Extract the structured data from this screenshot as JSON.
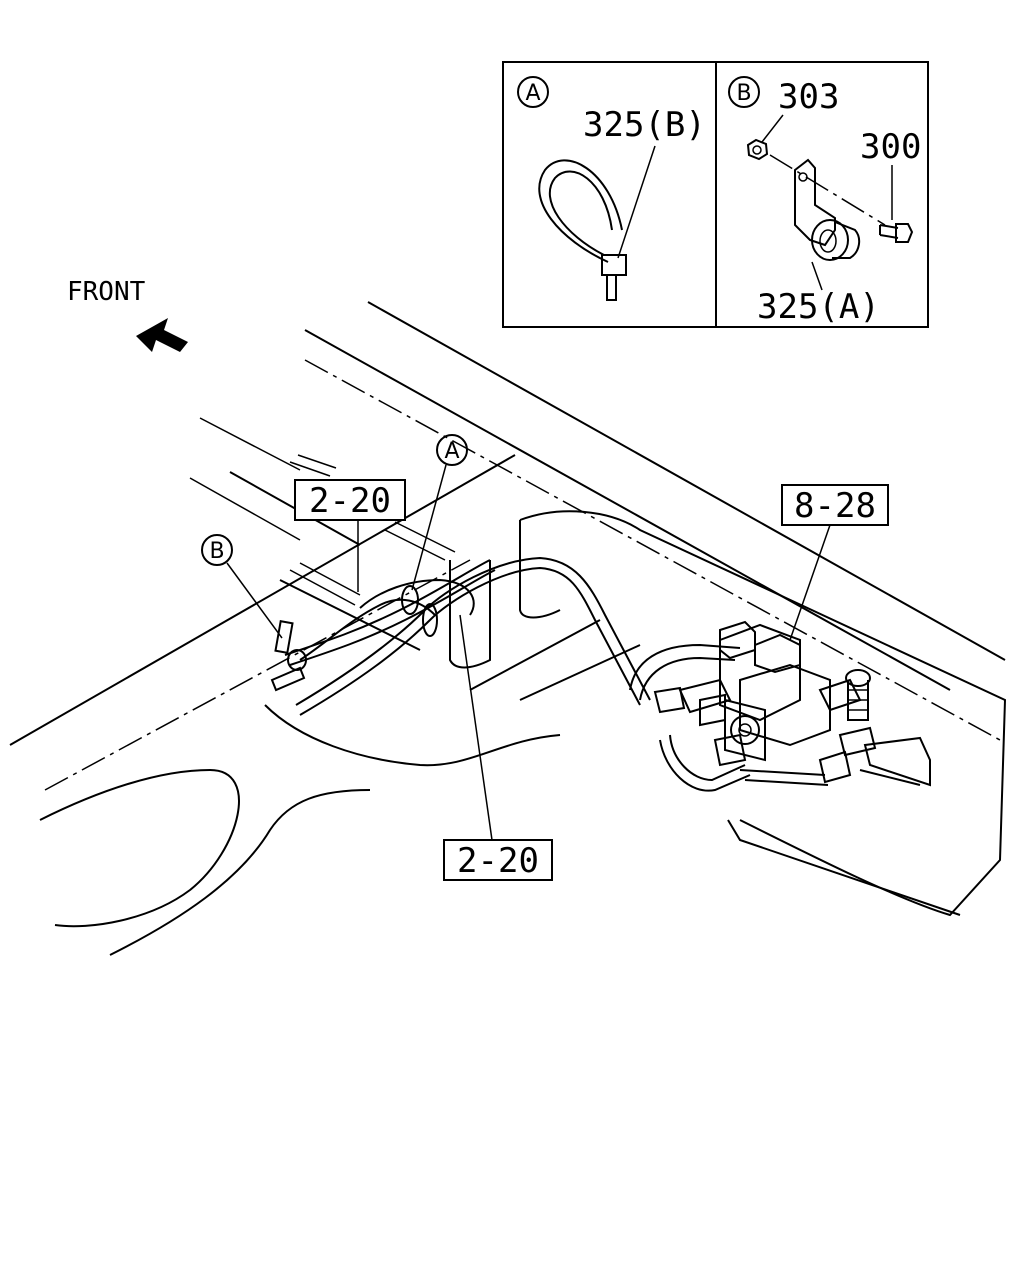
{
  "front_label": "FRONT",
  "detail_a": {
    "marker": "A",
    "part_label": "325(B)"
  },
  "detail_b": {
    "marker": "B",
    "nut_label": "303",
    "bolt_label": "300",
    "clip_label": "325(A)"
  },
  "callouts": {
    "ref_top": "2-20",
    "ref_bottom": "2-20",
    "ref_right": "8-28",
    "marker_a": "A",
    "marker_b": "B"
  }
}
